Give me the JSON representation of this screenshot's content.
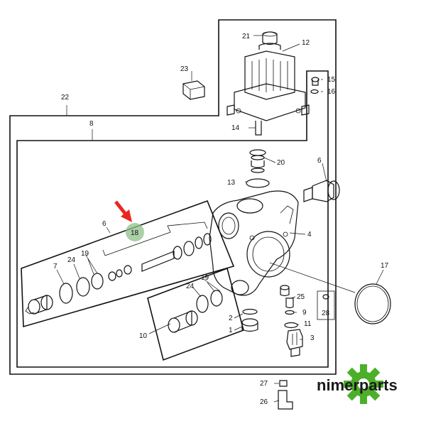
{
  "labels": {
    "l1": "1",
    "l2": "2",
    "l3": "3",
    "l4": "4",
    "l6a": "6",
    "l6b": "6",
    "l7": "7",
    "l8": "8",
    "l9": "9",
    "l10": "10",
    "l11": "11",
    "l12": "12",
    "l13": "13",
    "l14": "14",
    "l15": "15",
    "l16": "16",
    "l17": "17",
    "l18": "18",
    "l19a": "19",
    "l19b": "19",
    "l20": "20",
    "l21": "21",
    "l22": "22",
    "l23": "23",
    "l24a": "24",
    "l24b": "24",
    "l25": "25",
    "l26": "26",
    "l27": "27",
    "l28": "28"
  },
  "brand": {
    "name": "nimerparts"
  },
  "colors": {
    "arrow": "#e8281e",
    "highlight": "#8fbf8a",
    "logo_gear": "#4caf2a",
    "line": "#111111"
  }
}
